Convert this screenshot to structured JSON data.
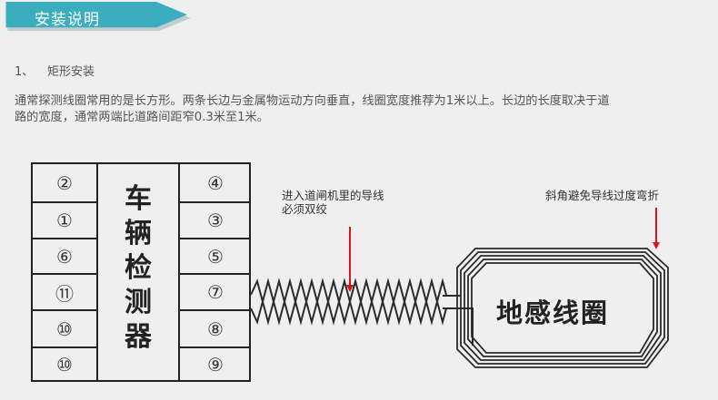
{
  "header": {
    "title": "安装说明",
    "banner_color": "#3aaebf"
  },
  "section": {
    "number": "1、",
    "title": "矩形安装"
  },
  "paragraph": {
    "line1": "通常探测线圈常用的是长方形。两条长边与金属物运动方向垂直，线圈宽度推荐为1米以上。长边的长度取决于道",
    "line2": "路的宽度，通常两端比道路间距窄0.3米至1米。"
  },
  "diagram": {
    "detector": {
      "label_chars": [
        "车",
        "辆",
        "检",
        "测",
        "器"
      ],
      "left_terminals": [
        "②",
        "①",
        "⑥",
        "⑪",
        "⑩",
        "⑩"
      ],
      "right_terminals": [
        "④",
        "③",
        "⑤",
        "⑦",
        "⑧",
        "⑨"
      ]
    },
    "annotations": {
      "twist_line1": "进入道闸机里的导线",
      "twist_line2": "必须双绞",
      "corner_note": "斜角避免导线过度弯折"
    },
    "coil_label": "地感线圈",
    "arrow_color": "#d9141b"
  }
}
